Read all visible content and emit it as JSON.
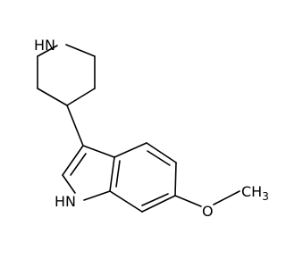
{
  "molecule": {
    "atom_labels": {
      "piperidine_nitrogen": "HN",
      "indole_nitrogen": "HN",
      "methoxy_oxygen": "O",
      "methyl": "CH",
      "methyl_subscript": "3"
    },
    "colors": {
      "bonds": "#000000",
      "labels": "#000000",
      "background": "#ffffff"
    }
  }
}
